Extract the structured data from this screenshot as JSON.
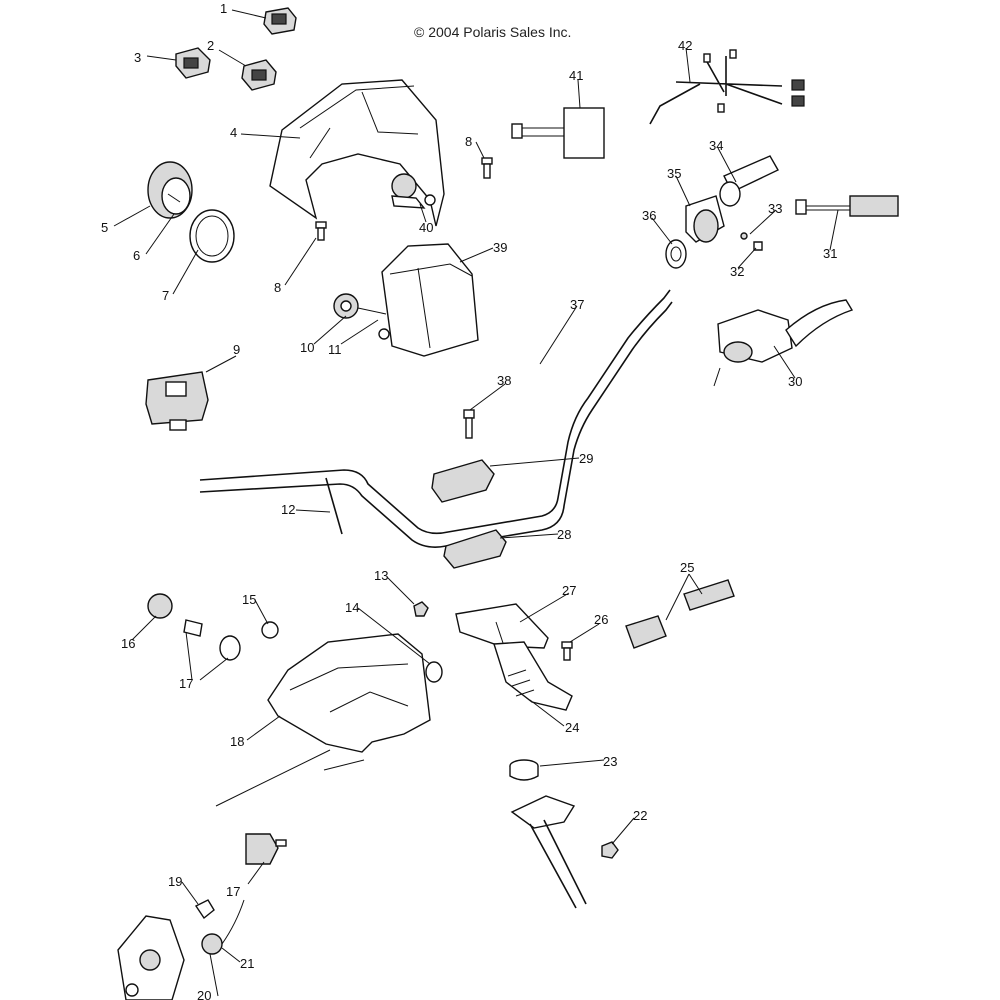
{
  "copyright": "© 2004 Polaris Sales Inc.",
  "callouts": [
    "1",
    "2",
    "3",
    "4",
    "5",
    "6",
    "7",
    "8",
    "8",
    "9",
    "10",
    "11",
    "12",
    "13",
    "14",
    "15",
    "16",
    "17",
    "17",
    "18",
    "19",
    "20",
    "21",
    "22",
    "23",
    "24",
    "25",
    "26",
    "27",
    "28",
    "29",
    "30",
    "31",
    "32",
    "33",
    "34",
    "35",
    "36",
    "37",
    "38",
    "39",
    "40",
    "41",
    "42"
  ]
}
